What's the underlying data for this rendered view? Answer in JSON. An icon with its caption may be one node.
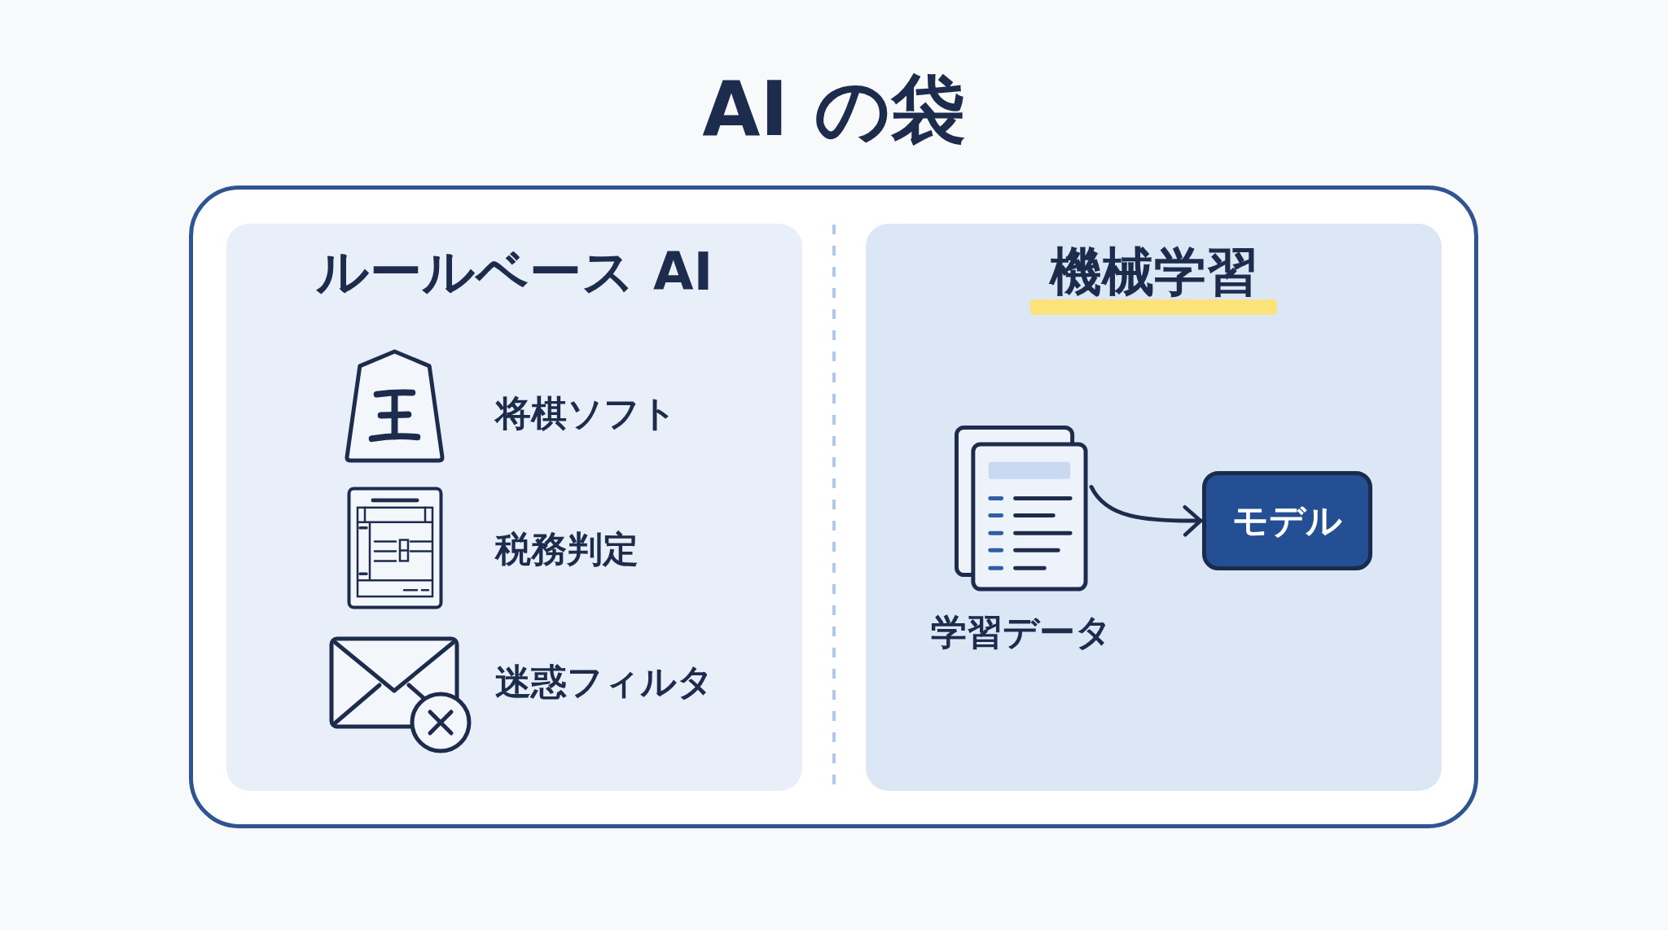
{
  "diagram": {
    "title": "AI の袋",
    "nodes": [
      {
        "text": [],
        "shape": "box"
      },
      {
        "text": [
          "ルールベース AI"
        ],
        "in": 0
      },
      {
        "text": [
          "機械学習"
        ],
        "in": 0
      },
      {
        "text": [],
        "shape": "picture",
        "in": 2,
        "beside": [
          "学習データ"
        ]
      },
      {
        "text": [
          "モデル"
        ],
        "in": 2
      }
    ],
    "edges": [
      {
        "from": 3,
        "to": 4,
        "arrow": "to"
      }
    ],
    "labels": [
      "将棋ソフト",
      "税務判定",
      "迷惑フィルタ"
    ]
  }
}
